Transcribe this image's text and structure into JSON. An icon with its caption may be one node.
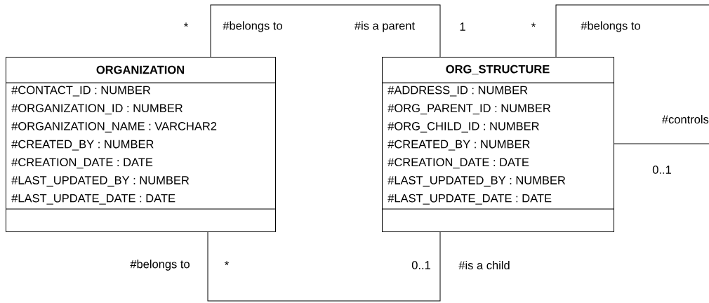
{
  "diagram": {
    "nodes": [
      {
        "text": [
          "ORGANIZATION",
          "#CONTACT_ID : NUMBER",
          "#ORGANIZATION_ID : NUMBER",
          "#ORGANIZATION_NAME : VARCHAR2",
          "#CREATED_BY : NUMBER",
          "#CREATION_DATE : DATE",
          "#LAST_UPDATED_BY : NUMBER",
          "#LAST_UPDATE_DATE : DATE"
        ]
      },
      {
        "text": [
          "ORG_STRUCTURE",
          "#ADDRESS_ID : NUMBER",
          "#ORG_PARENT_ID : NUMBER",
          "#ORG_CHILD_ID : NUMBER",
          "#CREATED_BY : NUMBER",
          "#CREATION_DATE : DATE",
          "#LAST_UPDATED_BY : NUMBER",
          "#LAST_UPDATE_DATE : DATE"
        ]
      }
    ],
    "edges": [
      {
        "from": 0,
        "to": 1,
        "arrow": "none"
      },
      {
        "from": 0,
        "to": 1,
        "arrow": "none"
      },
      {
        "from": 1,
        "to": null,
        "arrow": "none"
      },
      {
        "from": 1,
        "to": null,
        "arrow": "none"
      }
    ],
    "labels": [
      "*",
      "#belongs to",
      "#is a parent",
      "1",
      "*",
      "#belongs to",
      "#controls",
      "0..1",
      "#belongs to",
      "*",
      "0..1",
      "#is a child"
    ]
  }
}
